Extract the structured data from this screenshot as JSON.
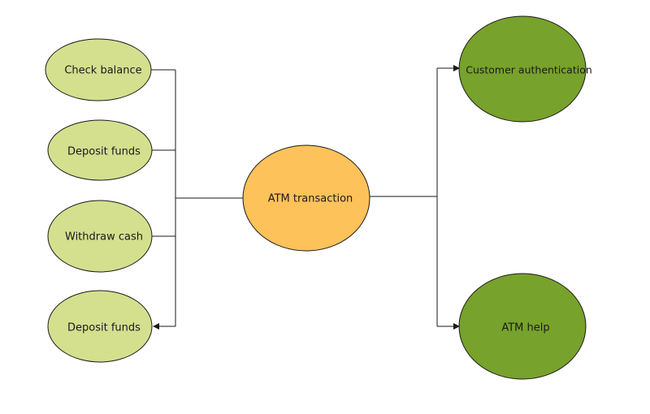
{
  "diagram": {
    "colors": {
      "light_green": "#d4e08e",
      "orange": "#fdc25a",
      "dark_green": "#77a22b",
      "line": "#1a1a1a"
    },
    "left_nodes": [
      {
        "label": "Check balance"
      },
      {
        "label": "Deposit funds"
      },
      {
        "label": "Withdraw cash"
      },
      {
        "label": "Deposit funds"
      }
    ],
    "center_node": {
      "label": "ATM transaction"
    },
    "right_nodes": [
      {
        "label": "Customer authentication"
      },
      {
        "label": "ATM help"
      }
    ]
  }
}
